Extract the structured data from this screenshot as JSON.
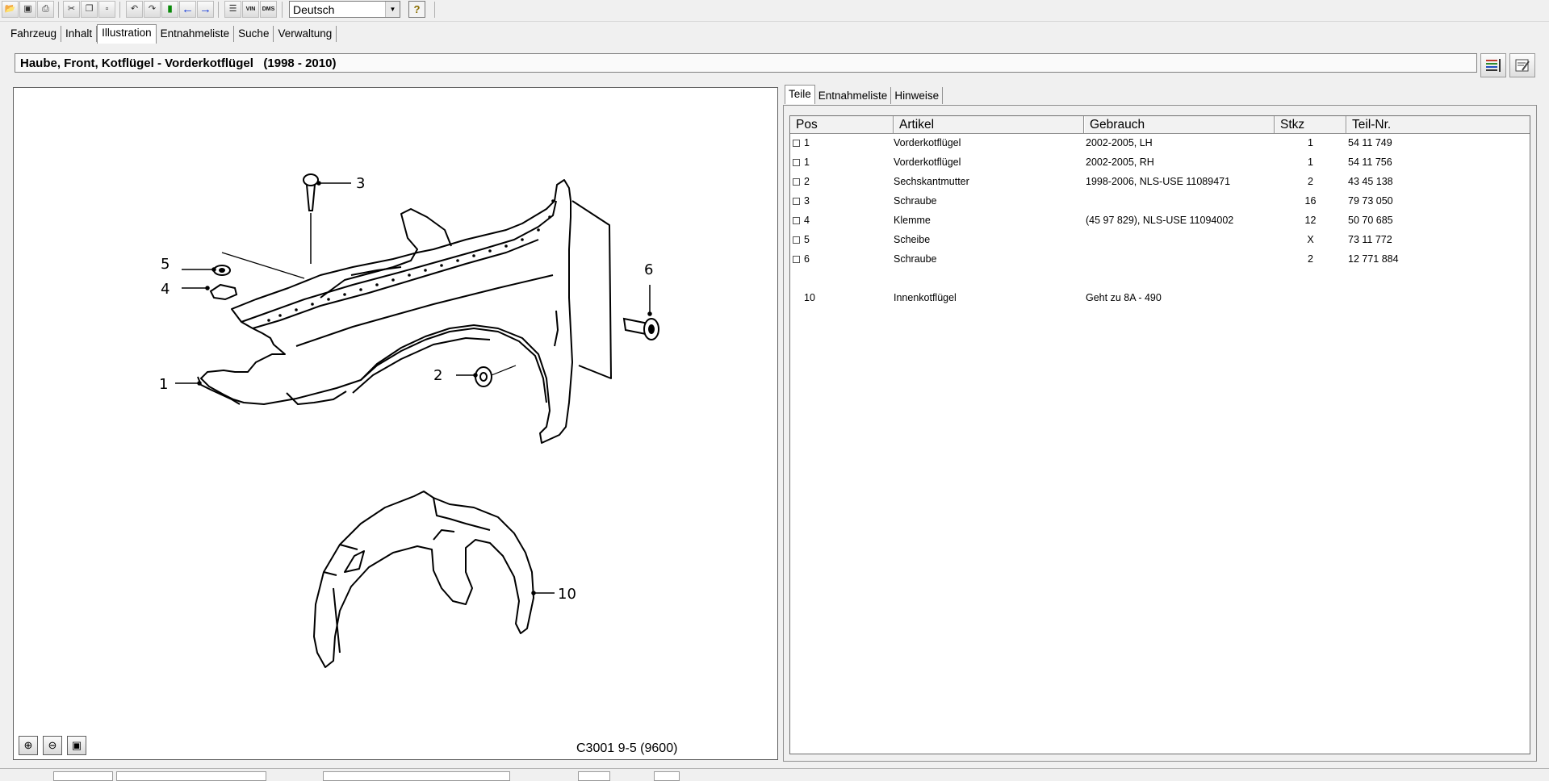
{
  "toolbar": {
    "language": "Deutsch",
    "vin_label": "VIN",
    "dms_label": "DMS"
  },
  "main_tabs": [
    "Fahrzeug",
    "Inhalt",
    "Illustration",
    "Entnahmeliste",
    "Suche",
    "Verwaltung"
  ],
  "active_main_tab": "Illustration",
  "title": "Haube, Front, Kotflügel - Vorderkotflügel   (1998 - 2010)",
  "illustration": {
    "caption": "C3001 9-5 (9600)",
    "callouts": [
      "1",
      "2",
      "3",
      "4",
      "5",
      "6",
      "10"
    ]
  },
  "parts_tabs": [
    "Teile",
    "Entnahmeliste",
    "Hinweise"
  ],
  "active_parts_tab": "Teile",
  "table": {
    "headers": [
      "Pos",
      "Artikel",
      "Gebrauch",
      "Stkz",
      "Teil-Nr."
    ],
    "rows": [
      {
        "pos": "1",
        "artikel": "Vorderkotflügel",
        "gebrauch": "2002-2005, LH",
        "stkz": "1",
        "teilnr": "54 11 749"
      },
      {
        "pos": "1",
        "artikel": "Vorderkotflügel",
        "gebrauch": "2002-2005, RH",
        "stkz": "1",
        "teilnr": "54 11 756"
      },
      {
        "pos": "2",
        "artikel": "Sechskantmutter",
        "gebrauch": "1998-2006, NLS-USE 11089471",
        "stkz": "2",
        "teilnr": "43 45 138"
      },
      {
        "pos": "3",
        "artikel": "Schraube",
        "gebrauch": "",
        "stkz": "16",
        "teilnr": "79 73 050"
      },
      {
        "pos": "4",
        "artikel": "Klemme",
        "gebrauch": "(45 97 829), NLS-USE 11094002",
        "stkz": "12",
        "teilnr": "50 70 685"
      },
      {
        "pos": "5",
        "artikel": "Scheibe",
        "gebrauch": "",
        "stkz": "X",
        "teilnr": "73 11 772"
      },
      {
        "pos": "6",
        "artikel": "Schraube",
        "gebrauch": "",
        "stkz": "2",
        "teilnr": "12 771 884"
      }
    ],
    "reference_row": {
      "pos": "10",
      "artikel": "Innenkotflügel",
      "gebrauch": "Geht zu 8A - 490"
    }
  }
}
